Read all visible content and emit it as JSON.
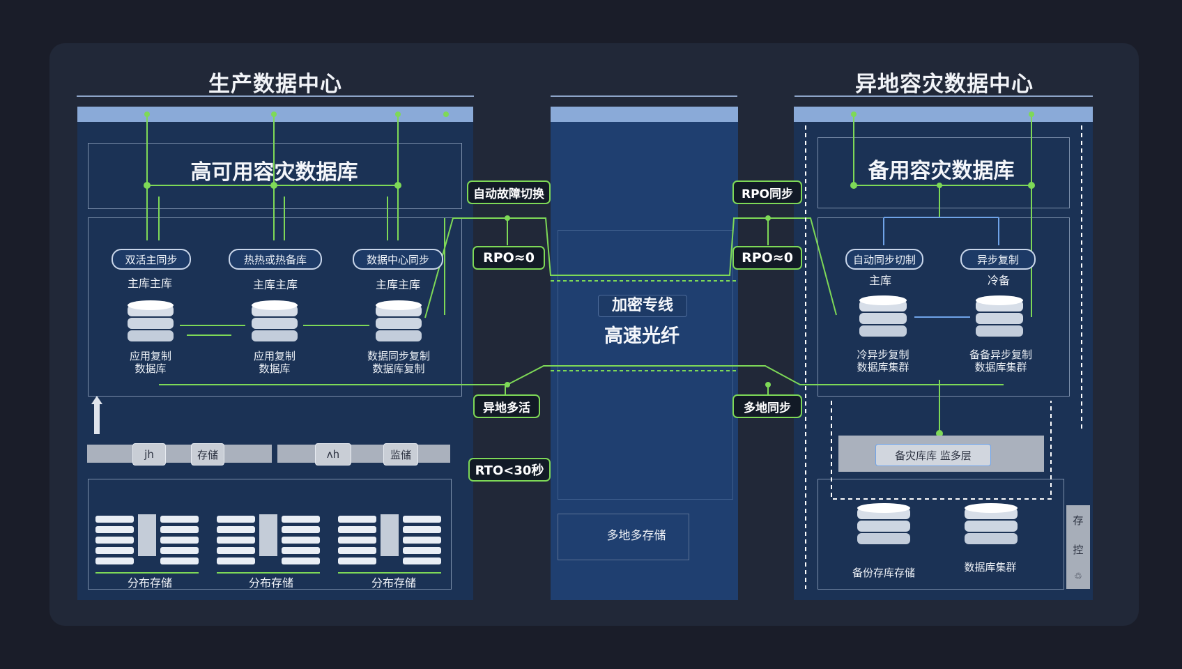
{
  "titles": {
    "left": "生产数据中心",
    "right": "异地容灾数据中心"
  },
  "left": {
    "banner": "高可用容灾数据库",
    "pills": [
      "双活主同步",
      "热热或热备库",
      "数据中心同步"
    ],
    "db_labels": [
      "主库主库",
      "主库主库",
      "主库主库"
    ],
    "db_captions": [
      [
        "应用复制",
        "数据库"
      ],
      [
        "应用复制",
        "数据库"
      ],
      [
        "数据同步复制",
        "数据库复制"
      ]
    ],
    "bar_chips": [
      "jh",
      "存储",
      "ʌh",
      "监储"
    ],
    "storage_labels": [
      "分布存储",
      "分布存储",
      "分布存储"
    ]
  },
  "center": {
    "line1": "加密专线",
    "line2": "高速光纤",
    "storage": "多地多存储"
  },
  "tags": {
    "auto_failover": "自动故障切换",
    "rpo_left": "RPO≈0",
    "multi_active": "异地多活",
    "rto": "RTO<30秒",
    "rpo_sync": "RPO同步",
    "rpo_right": "RPO≈0",
    "multi_sync": "多地同步"
  },
  "right": {
    "banner": "备用容灾数据库",
    "pills": [
      "自动同步切制",
      "异步复制"
    ],
    "db_labels": [
      "主库",
      "冷备"
    ],
    "db_captions": [
      [
        "冷异步复制",
        "数据库集群"
      ],
      [
        "备备异步复制",
        "数据库集群"
      ]
    ],
    "bar_chip": "备灾库库   监多层",
    "bottom_labels": [
      "备份存库存储",
      "数据库集群"
    ],
    "side_tag": [
      "存",
      "控"
    ]
  }
}
